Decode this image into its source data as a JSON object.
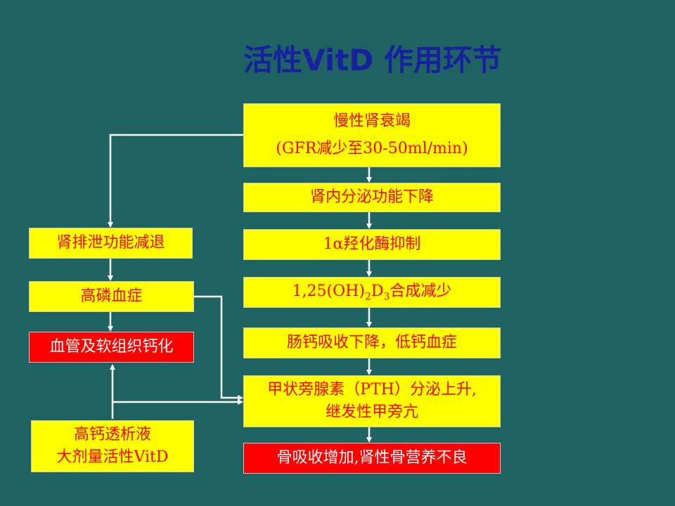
{
  "title": "活性VitD  作用环节",
  "colors": {
    "background": "#1f6262",
    "title": "#17219e",
    "box_yellow": "#ffff00",
    "box_red": "#ff0000",
    "text_red": "#ff0000",
    "text_white": "#ffffff",
    "line": "#ffffff"
  },
  "right_column": {
    "crf": {
      "line1": "慢性肾衰竭",
      "line2": "(GFR减少至30-50ml/min)"
    },
    "secretion": "肾内分泌功能下降",
    "enzyme": "1α羟化酶抑制",
    "synth": {
      "prefix": "1,25(OH)",
      "sub1": "2",
      "mid": "D",
      "sub2": "3",
      "suffix": "合成减少"
    },
    "calcium": "肠钙吸收下降，低钙血症",
    "pth": {
      "line1": "甲状旁腺素（PTH）分泌上升,",
      "line2": "继发性甲旁亢"
    },
    "bone": "骨吸收增加,肾性骨营养不良"
  },
  "left_column": {
    "excretion": "肾排泄功能减退",
    "phosphate": "高磷血症",
    "calcification": "血管及软组织钙化",
    "dialysis": {
      "line1": "高钙透析液",
      "line2": "大剂量活性VitD"
    }
  }
}
